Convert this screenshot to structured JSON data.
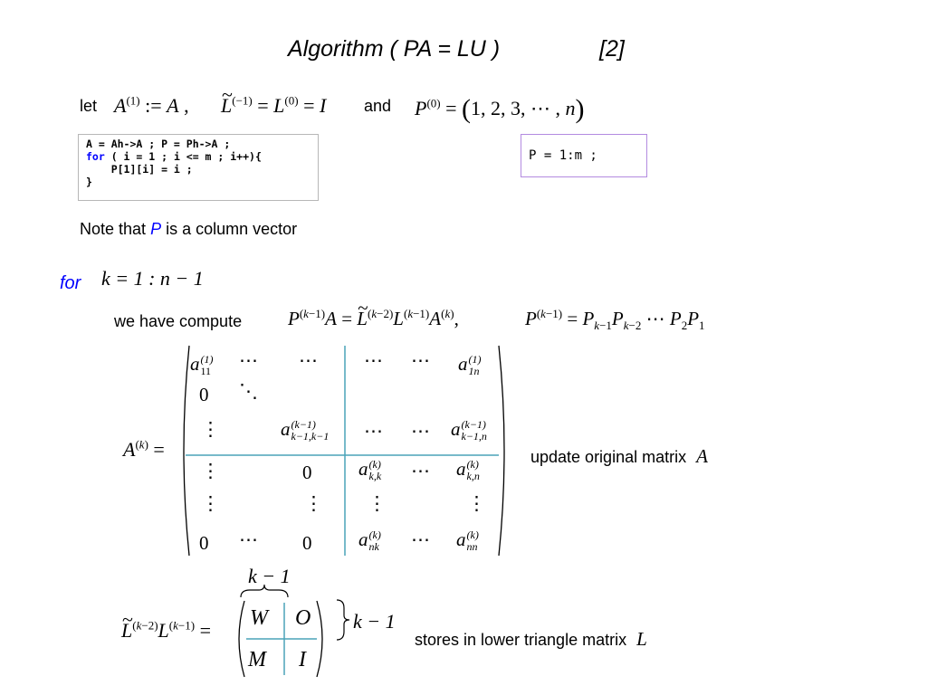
{
  "title": "Algorithm ( PA = LU )",
  "ref": "[2]",
  "line1": {
    "let": "let",
    "comma": ",",
    "and": "and"
  },
  "code": {
    "line1": "A = Ah->A ; P = Ph->A ;",
    "for_kw": "for",
    "line2_rest": " ( i = 1 ; i <= m ; i++){",
    "line3": "    P[1][i] = i ;",
    "line4": "}"
  },
  "pcode": "P = 1:m ;",
  "note": {
    "prefix": "Note that",
    "var": "P",
    "suffix": "is a column vector"
  },
  "loop": {
    "for": "for",
    "range": "k = 1 : n − 1"
  },
  "compute": "we have compute",
  "update_text": "update original matrix",
  "update_var": "A",
  "stores_text": "stores in lower triangle matrix",
  "stores_var": "L",
  "km1": "k − 1",
  "block": {
    "W": "W",
    "O": "O",
    "M": "M",
    "I": "I"
  },
  "colors": {
    "accent_blue": "#0000ff",
    "matrix_line": "#4aa3b8",
    "pbox_border": "#b38be0"
  }
}
